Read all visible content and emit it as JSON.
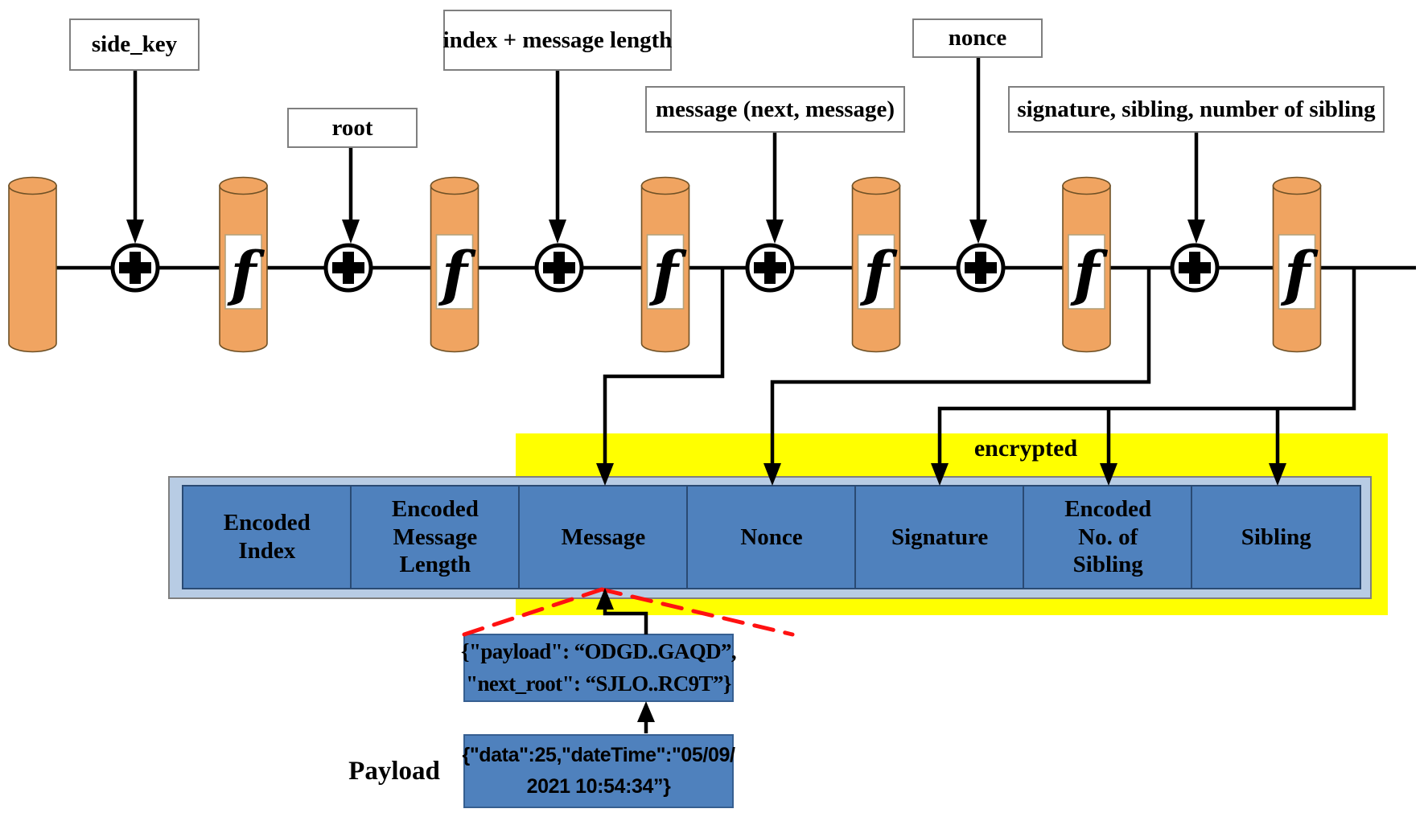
{
  "diagram": {
    "inputs": [
      {
        "label": "side_key"
      },
      {
        "label": "root"
      },
      {
        "label": "index + message length"
      },
      {
        "label": "message (next, message)"
      },
      {
        "label": "nonce"
      },
      {
        "label": "signature, sibling, number of sibling"
      }
    ],
    "round_function_symbol": "f",
    "encrypted_label": "encrypted",
    "table": {
      "cells": [
        {
          "lines": [
            "Encoded",
            "Index"
          ]
        },
        {
          "lines": [
            "Encoded",
            "Message",
            "Length"
          ]
        },
        {
          "lines": [
            "Message"
          ]
        },
        {
          "lines": [
            "Nonce"
          ]
        },
        {
          "lines": [
            "Signature"
          ]
        },
        {
          "lines": [
            "Encoded",
            "No. of",
            "Sibling"
          ]
        },
        {
          "lines": [
            "Sibling"
          ]
        }
      ]
    },
    "payload": {
      "label": "Payload",
      "encoded": {
        "line1": "{\"payload\": “ODGD..GAQD”,",
        "line2": "\"next_root\": “SJLO..RC9T”}"
      },
      "raw": {
        "line1": "{\"data\":25,\"dateTime\":\"05/09/",
        "line2": "2021 10:54:34”}"
      }
    },
    "colors": {
      "cylinder_orange": "#F0A461",
      "cell_blue": "#4F81BD",
      "table_frame_blue": "#B8CCE4",
      "encrypted_yellow": "#FFFF00",
      "dashed_red": "#FF1111",
      "wire_black": "#000000"
    }
  }
}
